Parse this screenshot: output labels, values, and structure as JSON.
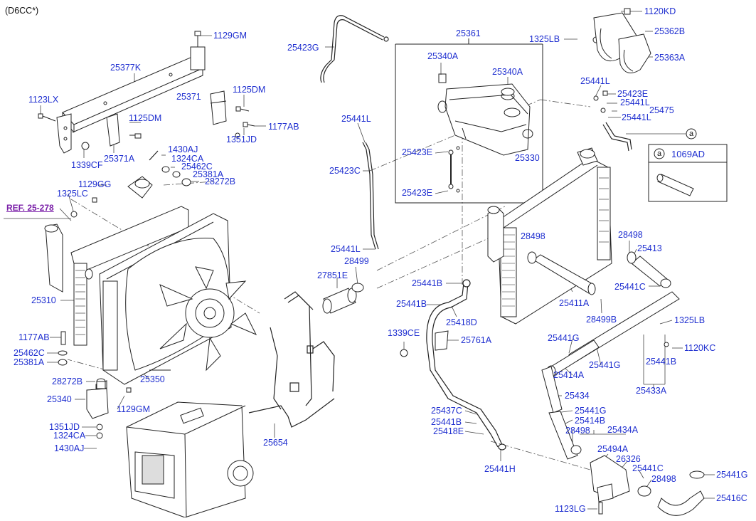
{
  "header": {
    "title": "(D6CC*)"
  },
  "reference": {
    "label": "REF. 25-278"
  },
  "legend": {
    "marker": "a",
    "part": "1069AD"
  },
  "callout_marker": "a",
  "parts": {
    "p1120KD": "1120KD",
    "p25362B": "25362B",
    "p25363A": "25363A",
    "p1325LB_a": "1325LB",
    "p25361": "25361",
    "p25423G": "25423G",
    "p1129GM_a": "1129GM",
    "p25377K": "25377K",
    "p1123LX": "1123LX",
    "p25371": "25371",
    "p1125DM_a": "1125DM",
    "p1125DM_b": "1125DM",
    "p1177AB_a": "1177AB",
    "p1351JD_a": "1351JD",
    "p25371A": "25371A",
    "p1339CF": "1339CF",
    "p1430AJ_a": "1430AJ",
    "p1324CA_a": "1324CA",
    "p25462C_a": "25462C",
    "p25381A_a": "25381A",
    "p28272B_a": "28272B",
    "p1129GG": "1129GG",
    "p1325LC": "1325LC",
    "p25340A_a": "25340A",
    "p25340A_b": "25340A",
    "p25441L_a": "25441L",
    "p25423E_a": "25423E",
    "p25441L_b": "25441L",
    "p25475": "25475",
    "p25441L_c": "25441L",
    "p25441L_d": "25441L",
    "p25423C": "25423C",
    "p25423E_b": "25423E",
    "p25330": "25330",
    "p25423E_c": "25423E",
    "p25441L_e": "25441L",
    "p28499_a": "28499",
    "p27851E": "27851E",
    "p28498_a": "28498",
    "p28498_b": "28498",
    "p25413": "25413",
    "p25441C_a": "25441C",
    "p25441B_a": "25441B",
    "p25441B_b": "25441B",
    "p25418D": "25418D",
    "p25411A": "25411A",
    "p28499B": "28499B",
    "p1325LB_b": "1325LB",
    "p25310": "25310",
    "p1339CE": "1339CE",
    "p25761A": "25761A",
    "p25441G_a": "25441G",
    "p1120KC": "1120KC",
    "p1177AB_b": "1177AB",
    "p25462C_b": "25462C",
    "p25381A_b": "25381A",
    "p25441G_b": "25441G",
    "p25441B_c": "25441B",
    "p25414A": "25414A",
    "p25433A": "25433A",
    "p28272B_b": "28272B",
    "p25350": "25350",
    "p25434": "25434",
    "p25340": "25340",
    "p1129GM_b": "1129GM",
    "p25437C": "25437C",
    "p25441G_c": "25441G",
    "p25414B": "25414B",
    "p25441B_d": "25441B",
    "p25434A": "25434A",
    "p1351JD_b": "1351JD",
    "p1324CA_b": "1324CA",
    "p25418E": "25418E",
    "p28498_c": "28498",
    "p25654": "25654",
    "p1430AJ_b": "1430AJ",
    "p25494A": "25494A",
    "p26326": "26326",
    "p25441H": "25441H",
    "p25441C_b": "25441C",
    "p28498_d": "28498",
    "p25441G_d": "25441G",
    "p25416C": "25416C",
    "p1123LG": "1123LG"
  }
}
